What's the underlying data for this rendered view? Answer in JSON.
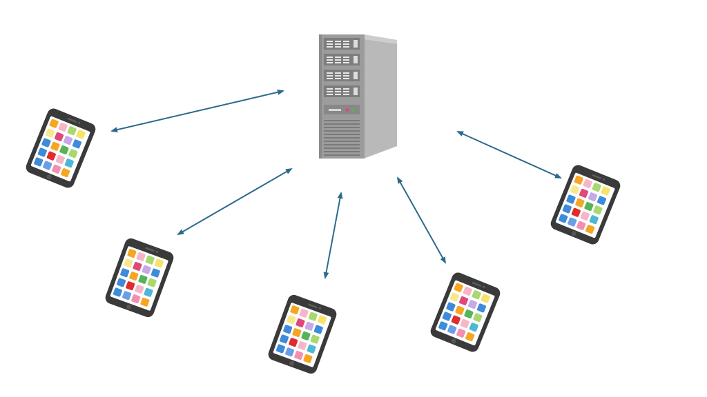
{
  "diagram": {
    "type": "network",
    "server": {
      "icon": "server-tower-icon"
    },
    "clients": [
      {
        "icon": "smartphone-icon"
      },
      {
        "icon": "smartphone-icon"
      },
      {
        "icon": "smartphone-icon"
      },
      {
        "icon": "smartphone-icon"
      },
      {
        "icon": "smartphone-icon"
      }
    ],
    "connections": [
      {
        "from": "server",
        "to": "client-1",
        "direction": "bidirectional"
      },
      {
        "from": "server",
        "to": "client-2",
        "direction": "bidirectional"
      },
      {
        "from": "server",
        "to": "client-3",
        "direction": "bidirectional"
      },
      {
        "from": "server",
        "to": "client-4",
        "direction": "bidirectional"
      },
      {
        "from": "server",
        "to": "client-5",
        "direction": "bidirectional"
      }
    ],
    "colors": {
      "arrow": "#2b6a8c",
      "phone_body": "#3a3a3a",
      "screen": "#ffffff",
      "server_front": "#9a9a9a",
      "server_side": "#b8b8b8",
      "server_bay": "#7c7c7c",
      "led_red": "#e0487a",
      "led_green": "#56b35a"
    }
  }
}
